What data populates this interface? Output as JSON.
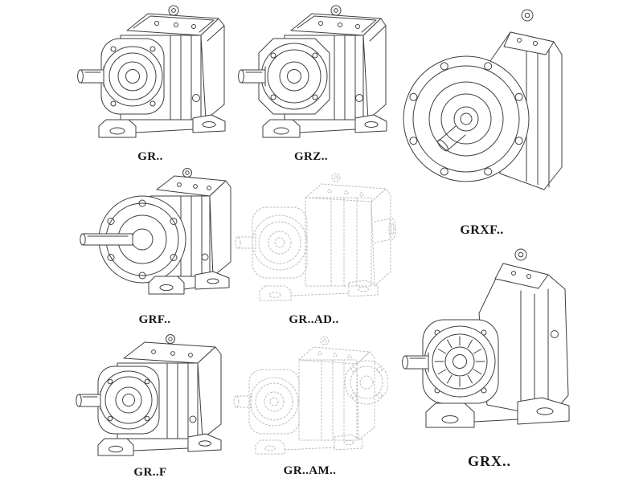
{
  "page": {
    "background": "#ffffff",
    "line_color": "#3f3f3f",
    "faint_line_color": "#bcbcbc",
    "label_color": "#151515"
  },
  "figures": [
    {
      "id": "gr",
      "label": "GR..",
      "style": "solid"
    },
    {
      "id": "grz",
      "label": "GRZ..",
      "style": "solid"
    },
    {
      "id": "grxf",
      "label": "GRXF..",
      "style": "solid"
    },
    {
      "id": "grf",
      "label": "GRF..",
      "style": "solid"
    },
    {
      "id": "gr-ad",
      "label": "GR..AD..",
      "style": "faint"
    },
    {
      "id": "gr-f",
      "label": "GR..F",
      "style": "solid"
    },
    {
      "id": "gr-am",
      "label": "GR..AM..",
      "style": "faint"
    },
    {
      "id": "grx",
      "label": "GRX..",
      "style": "solid"
    }
  ]
}
